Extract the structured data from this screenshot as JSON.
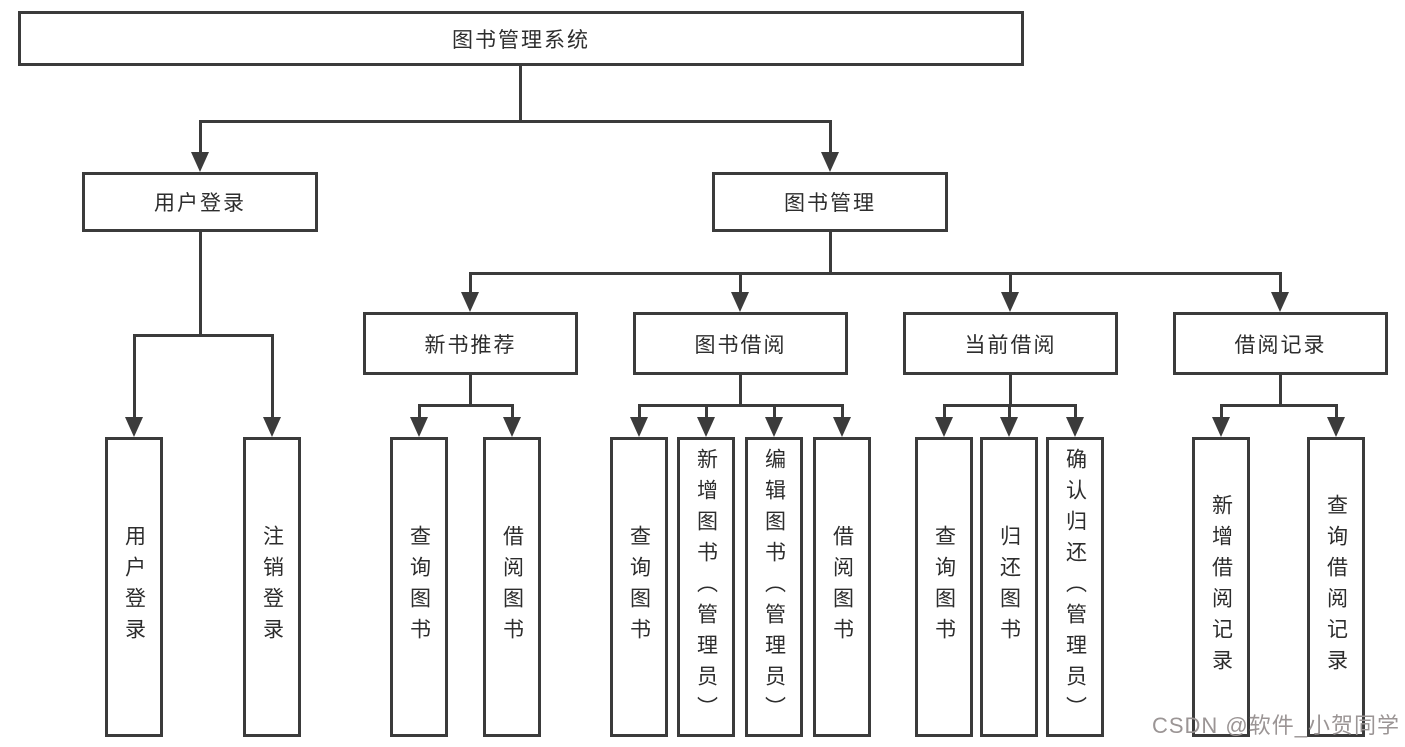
{
  "diagram": {
    "root": {
      "label": "图书管理系统"
    },
    "level1": [
      {
        "label": "用户登录"
      },
      {
        "label": "图书管理"
      }
    ],
    "level2": [
      {
        "label": "新书推荐"
      },
      {
        "label": "图书借阅"
      },
      {
        "label": "当前借阅"
      },
      {
        "label": "借阅记录"
      }
    ],
    "leaves": {
      "login": [
        "用户登录",
        "注销登录"
      ],
      "recommend": [
        "查询图书",
        "借阅图书"
      ],
      "borrow": [
        "查询图书",
        "新增图书（管理员）",
        "编辑图书（管理员）",
        "借阅图书"
      ],
      "current": [
        "查询图书",
        "归还图书",
        "确认归还（管理员）"
      ],
      "record": [
        "新增借阅记录",
        "查询借阅记录"
      ]
    }
  },
  "watermark": {
    "text": "CSDN @软件_小贺同学",
    "color": "#9b9595"
  },
  "colors": {
    "line": "#3b3b3b",
    "text": "#2d2d2d",
    "background": "#ffffff"
  }
}
